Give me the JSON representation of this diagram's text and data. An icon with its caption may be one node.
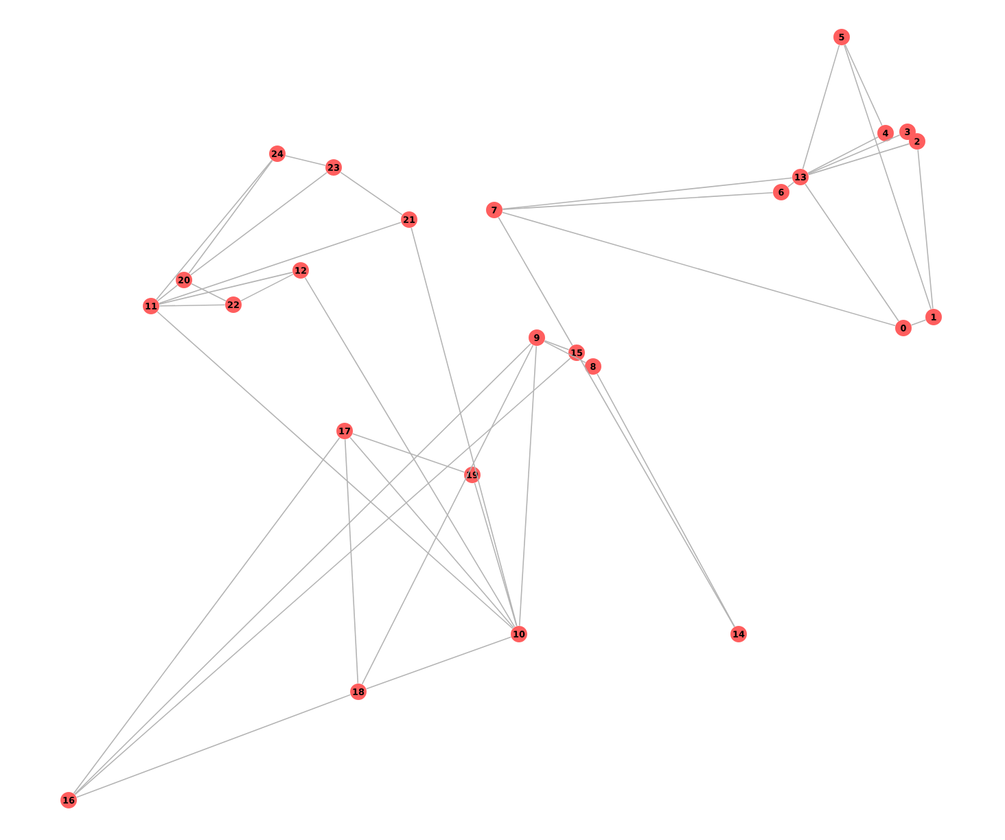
{
  "diagram": {
    "nodes": [
      {
        "text": [
          "0"
        ]
      },
      {
        "text": [
          "1"
        ]
      },
      {
        "text": [
          "2"
        ]
      },
      {
        "text": [
          "3"
        ]
      },
      {
        "text": [
          "4"
        ]
      },
      {
        "text": [
          "5"
        ]
      },
      {
        "text": [
          "6"
        ]
      },
      {
        "text": [
          "7"
        ]
      },
      {
        "text": [
          "8"
        ]
      },
      {
        "text": [
          "9"
        ]
      },
      {
        "text": [
          "10"
        ]
      },
      {
        "text": [
          "11"
        ]
      },
      {
        "text": [
          "12"
        ]
      },
      {
        "text": [
          "13"
        ]
      },
      {
        "text": [
          "14"
        ]
      },
      {
        "text": [
          "15"
        ]
      },
      {
        "text": [
          "16"
        ]
      },
      {
        "text": [
          "17"
        ]
      },
      {
        "text": [
          "18"
        ]
      },
      {
        "text": [
          "19"
        ]
      },
      {
        "text": [
          "20"
        ]
      },
      {
        "text": [
          "21"
        ]
      },
      {
        "text": [
          "22"
        ]
      },
      {
        "text": [
          "23"
        ]
      },
      {
        "text": [
          "24"
        ]
      }
    ],
    "edges": [
      {
        "from": 0,
        "to": 1,
        "arrow": "none"
      },
      {
        "from": 0,
        "to": 13,
        "arrow": "none"
      },
      {
        "from": 0,
        "to": 7,
        "arrow": "none"
      },
      {
        "from": 1,
        "to": 2,
        "arrow": "none"
      },
      {
        "from": 1,
        "to": 5,
        "arrow": "none"
      },
      {
        "from": 4,
        "to": 5,
        "arrow": "none"
      },
      {
        "from": 5,
        "to": 13,
        "arrow": "none"
      },
      {
        "from": 2,
        "to": 13,
        "arrow": "none"
      },
      {
        "from": 3,
        "to": 13,
        "arrow": "none"
      },
      {
        "from": 4,
        "to": 13,
        "arrow": "none"
      },
      {
        "from": 6,
        "to": 13,
        "arrow": "none"
      },
      {
        "from": 6,
        "to": 7,
        "arrow": "none"
      },
      {
        "from": 7,
        "to": 13,
        "arrow": "none"
      },
      {
        "from": 7,
        "to": 15,
        "arrow": "none"
      },
      {
        "from": 9,
        "to": 15,
        "arrow": "none"
      },
      {
        "from": 9,
        "to": 8,
        "arrow": "none"
      },
      {
        "from": 15,
        "to": 14,
        "arrow": "none"
      },
      {
        "from": 8,
        "to": 14,
        "arrow": "none"
      },
      {
        "from": 9,
        "to": 10,
        "arrow": "none"
      },
      {
        "from": 9,
        "to": 18,
        "arrow": "none"
      },
      {
        "from": 9,
        "to": 16,
        "arrow": "none"
      },
      {
        "from": 15,
        "to": 16,
        "arrow": "none"
      },
      {
        "from": 24,
        "to": 23,
        "arrow": "none"
      },
      {
        "from": 23,
        "to": 21,
        "arrow": "none"
      },
      {
        "from": 21,
        "to": 10,
        "arrow": "none"
      },
      {
        "from": 11,
        "to": 24,
        "arrow": "none"
      },
      {
        "from": 20,
        "to": 24,
        "arrow": "none"
      },
      {
        "from": 20,
        "to": 23,
        "arrow": "none"
      },
      {
        "from": 11,
        "to": 21,
        "arrow": "none"
      },
      {
        "from": 11,
        "to": 12,
        "arrow": "none"
      },
      {
        "from": 11,
        "to": 20,
        "arrow": "none"
      },
      {
        "from": 11,
        "to": 22,
        "arrow": "none"
      },
      {
        "from": 20,
        "to": 22,
        "arrow": "none"
      },
      {
        "from": 22,
        "to": 12,
        "arrow": "none"
      },
      {
        "from": 12,
        "to": 10,
        "arrow": "none"
      },
      {
        "from": 11,
        "to": 10,
        "arrow": "none"
      },
      {
        "from": 17,
        "to": 19,
        "arrow": "none"
      },
      {
        "from": 17,
        "to": 10,
        "arrow": "none"
      },
      {
        "from": 17,
        "to": 18,
        "arrow": "none"
      },
      {
        "from": 17,
        "to": 16,
        "arrow": "none"
      },
      {
        "from": 19,
        "to": 10,
        "arrow": "none"
      },
      {
        "from": 16,
        "to": 18,
        "arrow": "none"
      },
      {
        "from": 18,
        "to": 10,
        "arrow": "none"
      }
    ]
  }
}
